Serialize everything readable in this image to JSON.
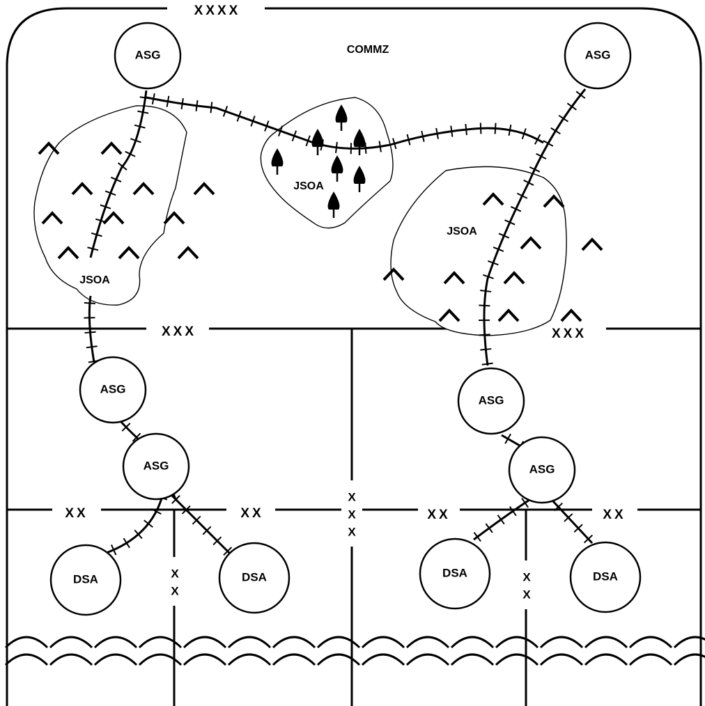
{
  "diagram": {
    "area_labels": {
      "commz": "COMMZ",
      "jsoa": "JSOA"
    },
    "boundary_symbols": {
      "army_group": "XXXX",
      "corps": "XXX",
      "division": "XX"
    },
    "node_labels": {
      "asg": "ASG",
      "dsa": "DSA"
    }
  }
}
